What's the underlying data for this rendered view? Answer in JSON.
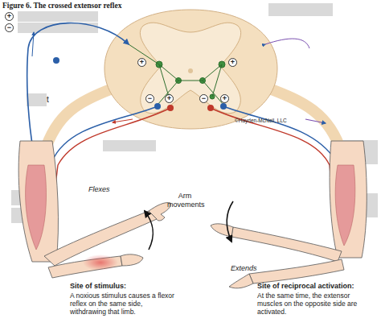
{
  "diagram": {
    "title": "Figure 6. The crossed extensor reflex",
    "labels": [
      "+",
      "−",
      "+",
      "+",
      "−",
      "+",
      "−",
      "+",
      "t",
      "©Hayden-McNeil, LLC",
      "Flexes",
      "Arm movements",
      "Extends",
      "Site of stimulus:",
      "A noxious stimulus causes a flexor reflex on the same side, withdrawing that limb.",
      "Site of reciprocal activation:",
      "At the same time, the extensor muscles on the opposite side are activated."
    ]
  }
}
